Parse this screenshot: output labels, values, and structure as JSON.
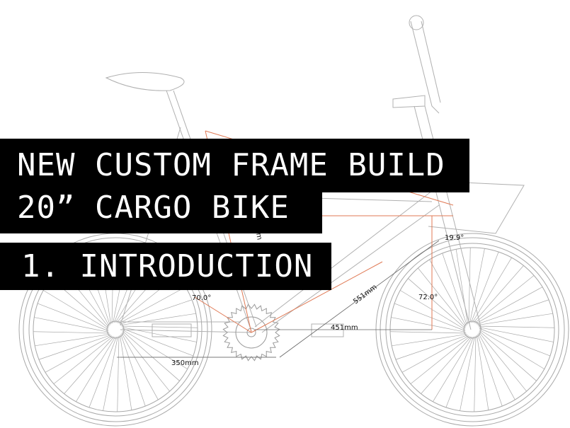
{
  "title": {
    "line1": "NEW CUSTOM FRAME BUILD",
    "line2": "20” CARGO BIKE",
    "section": "1. INTRODUCTION"
  },
  "dimensions": {
    "seat_angle": "70.0°",
    "head_angle": "72.0°",
    "head_tube_angle_offset": "19.9°",
    "down_length": "551mm",
    "front_center": "451mm",
    "chainstay": "350mm",
    "partial_label": "m"
  },
  "colors": {
    "line": "#9a9a9a",
    "accent": "#e07a55",
    "block": "#000000"
  }
}
